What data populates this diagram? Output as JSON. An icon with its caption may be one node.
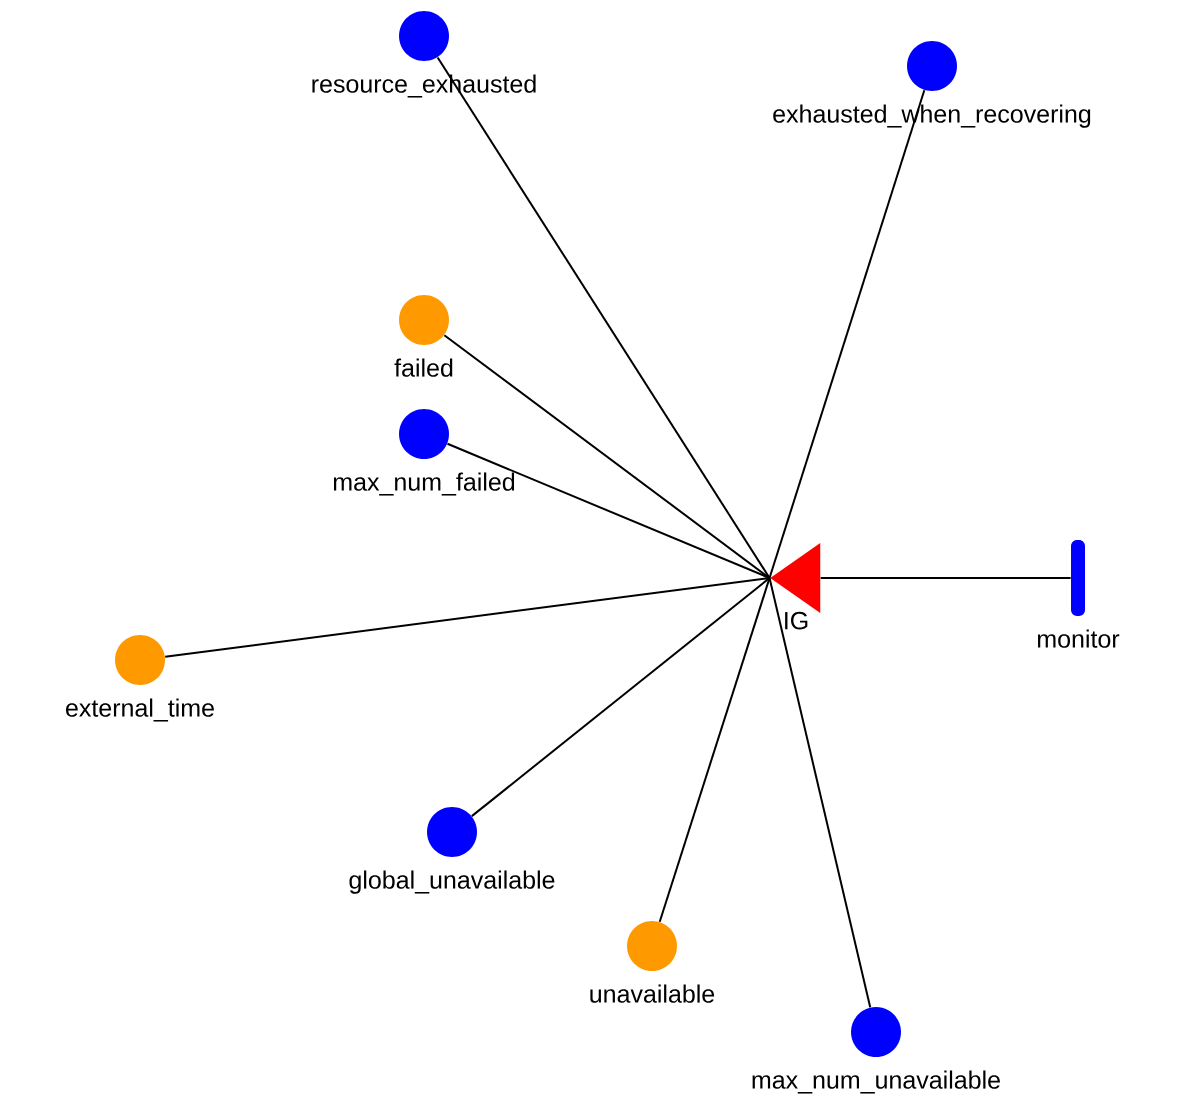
{
  "diagram": {
    "nodes": [
      {
        "text": [
          "resource_exhausted"
        ]
      },
      {
        "text": [
          "exhausted_when_recovering"
        ]
      },
      {
        "text": [
          "failed"
        ]
      },
      {
        "text": [
          "max_num_failed"
        ]
      },
      {
        "text": [
          "IG"
        ]
      },
      {
        "text": [
          "monitor"
        ]
      },
      {
        "text": [
          "external_time"
        ]
      },
      {
        "text": [
          "global_unavailable"
        ]
      },
      {
        "text": [
          "unavailable"
        ]
      },
      {
        "text": [
          "max_num_unavailable"
        ]
      }
    ],
    "edges": [
      {
        "from": 0,
        "to": 4,
        "arrow": "none"
      },
      {
        "from": 1,
        "to": 4,
        "arrow": "none"
      },
      {
        "from": 2,
        "to": 4,
        "arrow": "none"
      },
      {
        "from": 3,
        "to": 4,
        "arrow": "none"
      },
      {
        "from": 5,
        "to": 4,
        "arrow": "none"
      },
      {
        "from": 6,
        "to": 4,
        "arrow": "none"
      },
      {
        "from": 7,
        "to": 4,
        "arrow": "none"
      },
      {
        "from": 8,
        "to": 4,
        "arrow": "none"
      },
      {
        "from": 9,
        "to": 4,
        "arrow": "none"
      }
    ]
  }
}
